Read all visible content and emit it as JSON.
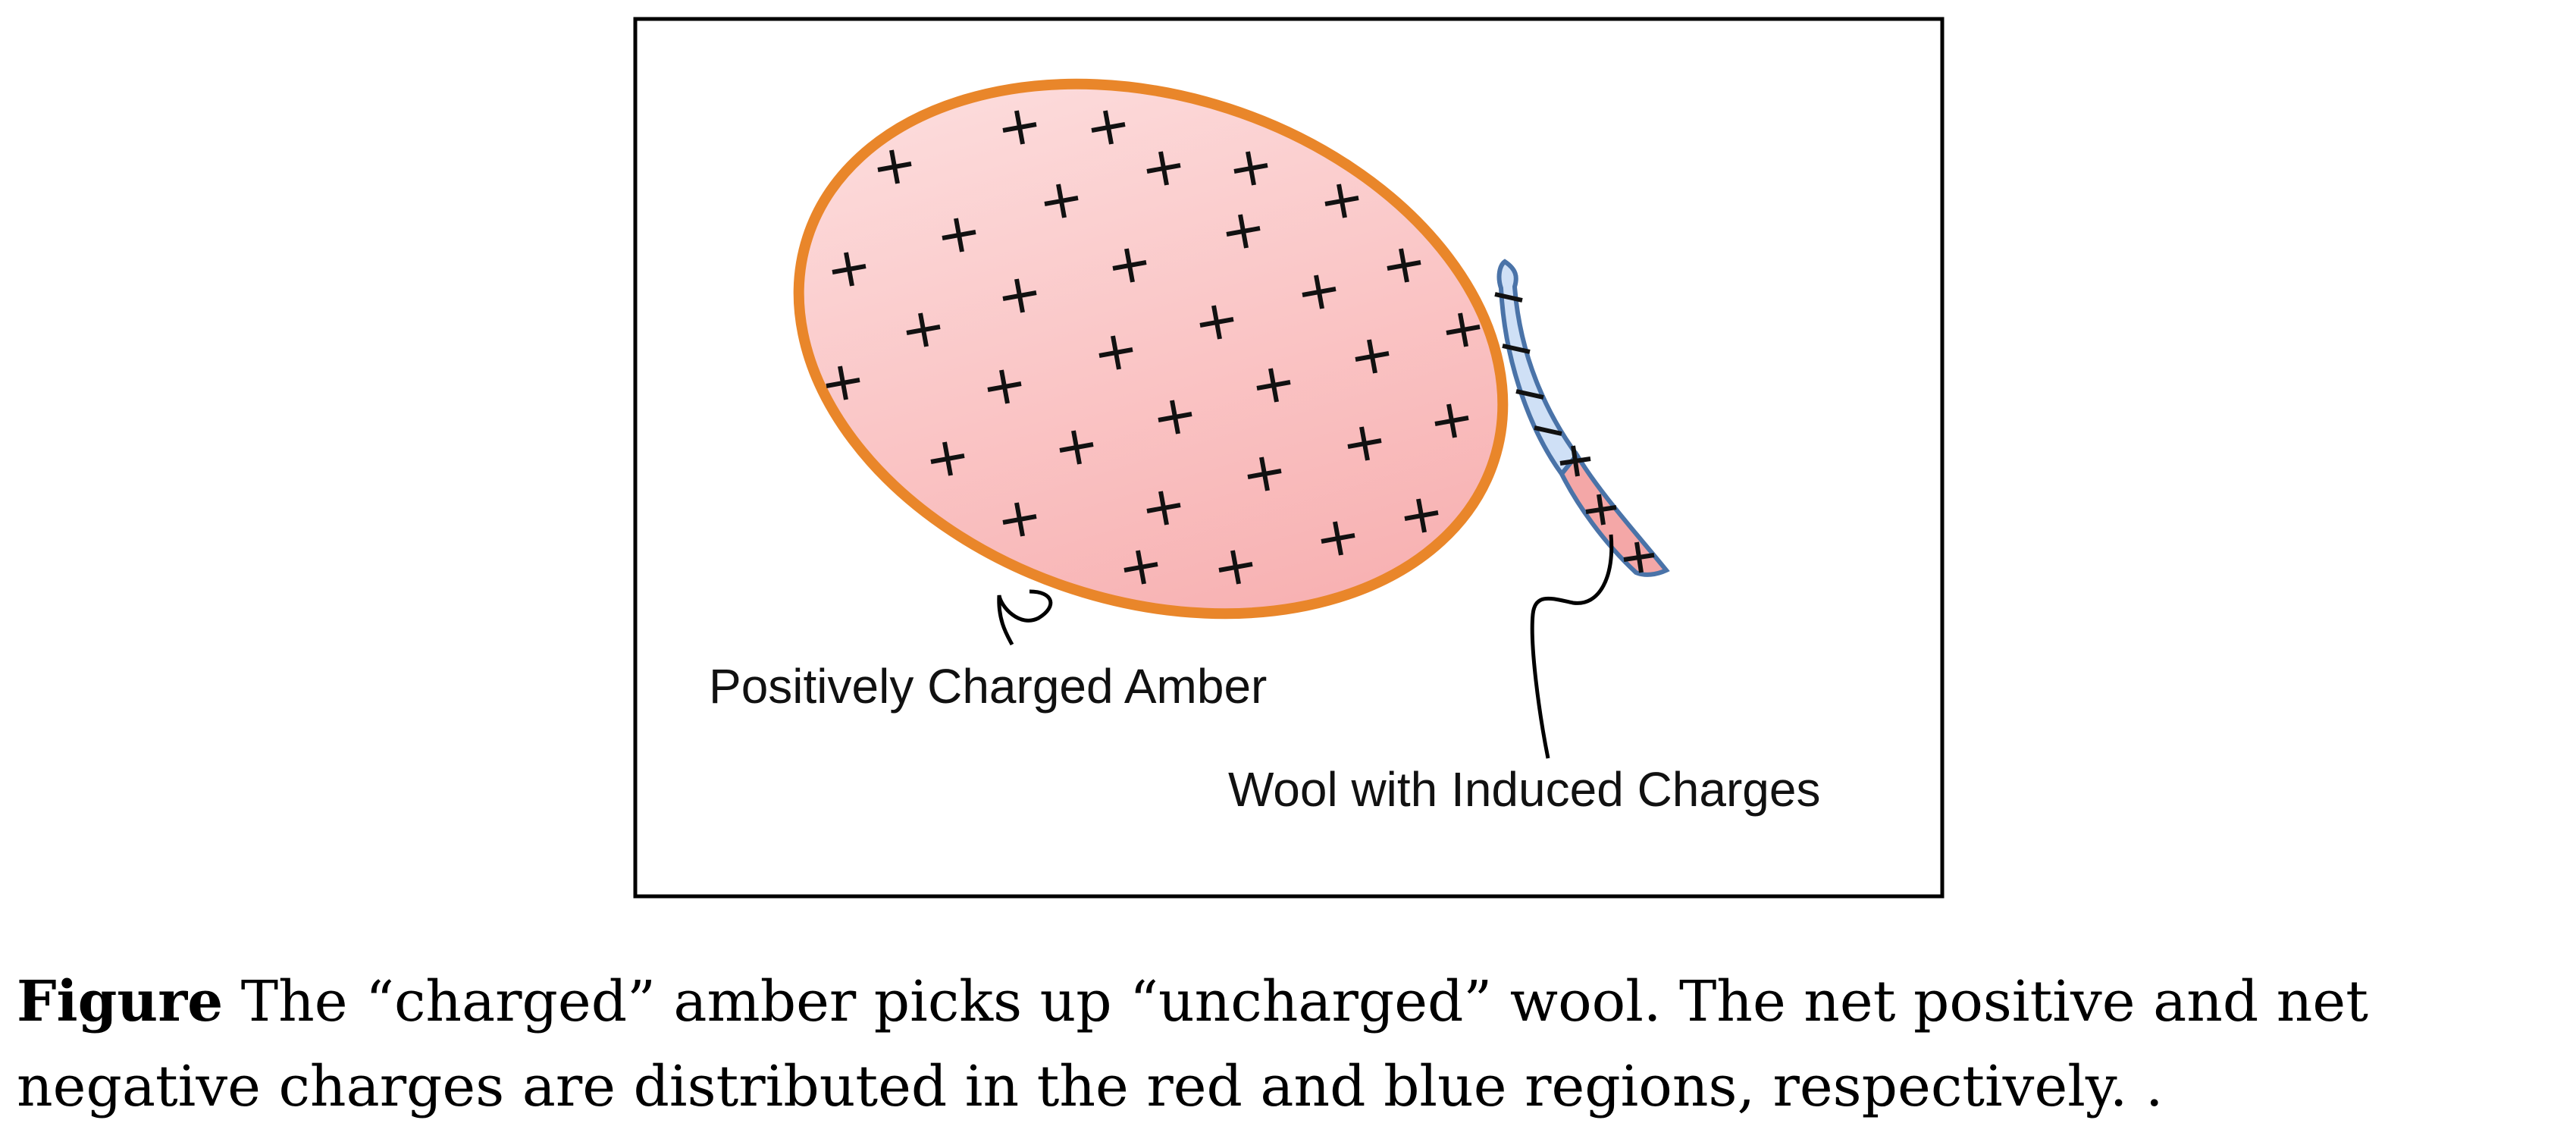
{
  "diagram": {
    "amber_label": "Positively Charged Amber",
    "wool_label": "Wool with Induced Charges",
    "colors": {
      "amber_fill_light": "#fde3e3",
      "amber_fill_dark": "#f7a9aa",
      "amber_outline": "#e9862a",
      "wool_blue": "#cfe0f6",
      "wool_red": "#f4a7a7",
      "wool_outline": "#4a73a8",
      "charge_sign": "#111111"
    },
    "amber_charge_sign": "+",
    "wool_charges_top": "−",
    "wool_charges_bottom": "+"
  },
  "caption": {
    "label": "Figure",
    "text": " The “charged” amber picks up “uncharged” wool. The net positive and net negative charges are distributed in the red and blue regions, respectively. ."
  }
}
